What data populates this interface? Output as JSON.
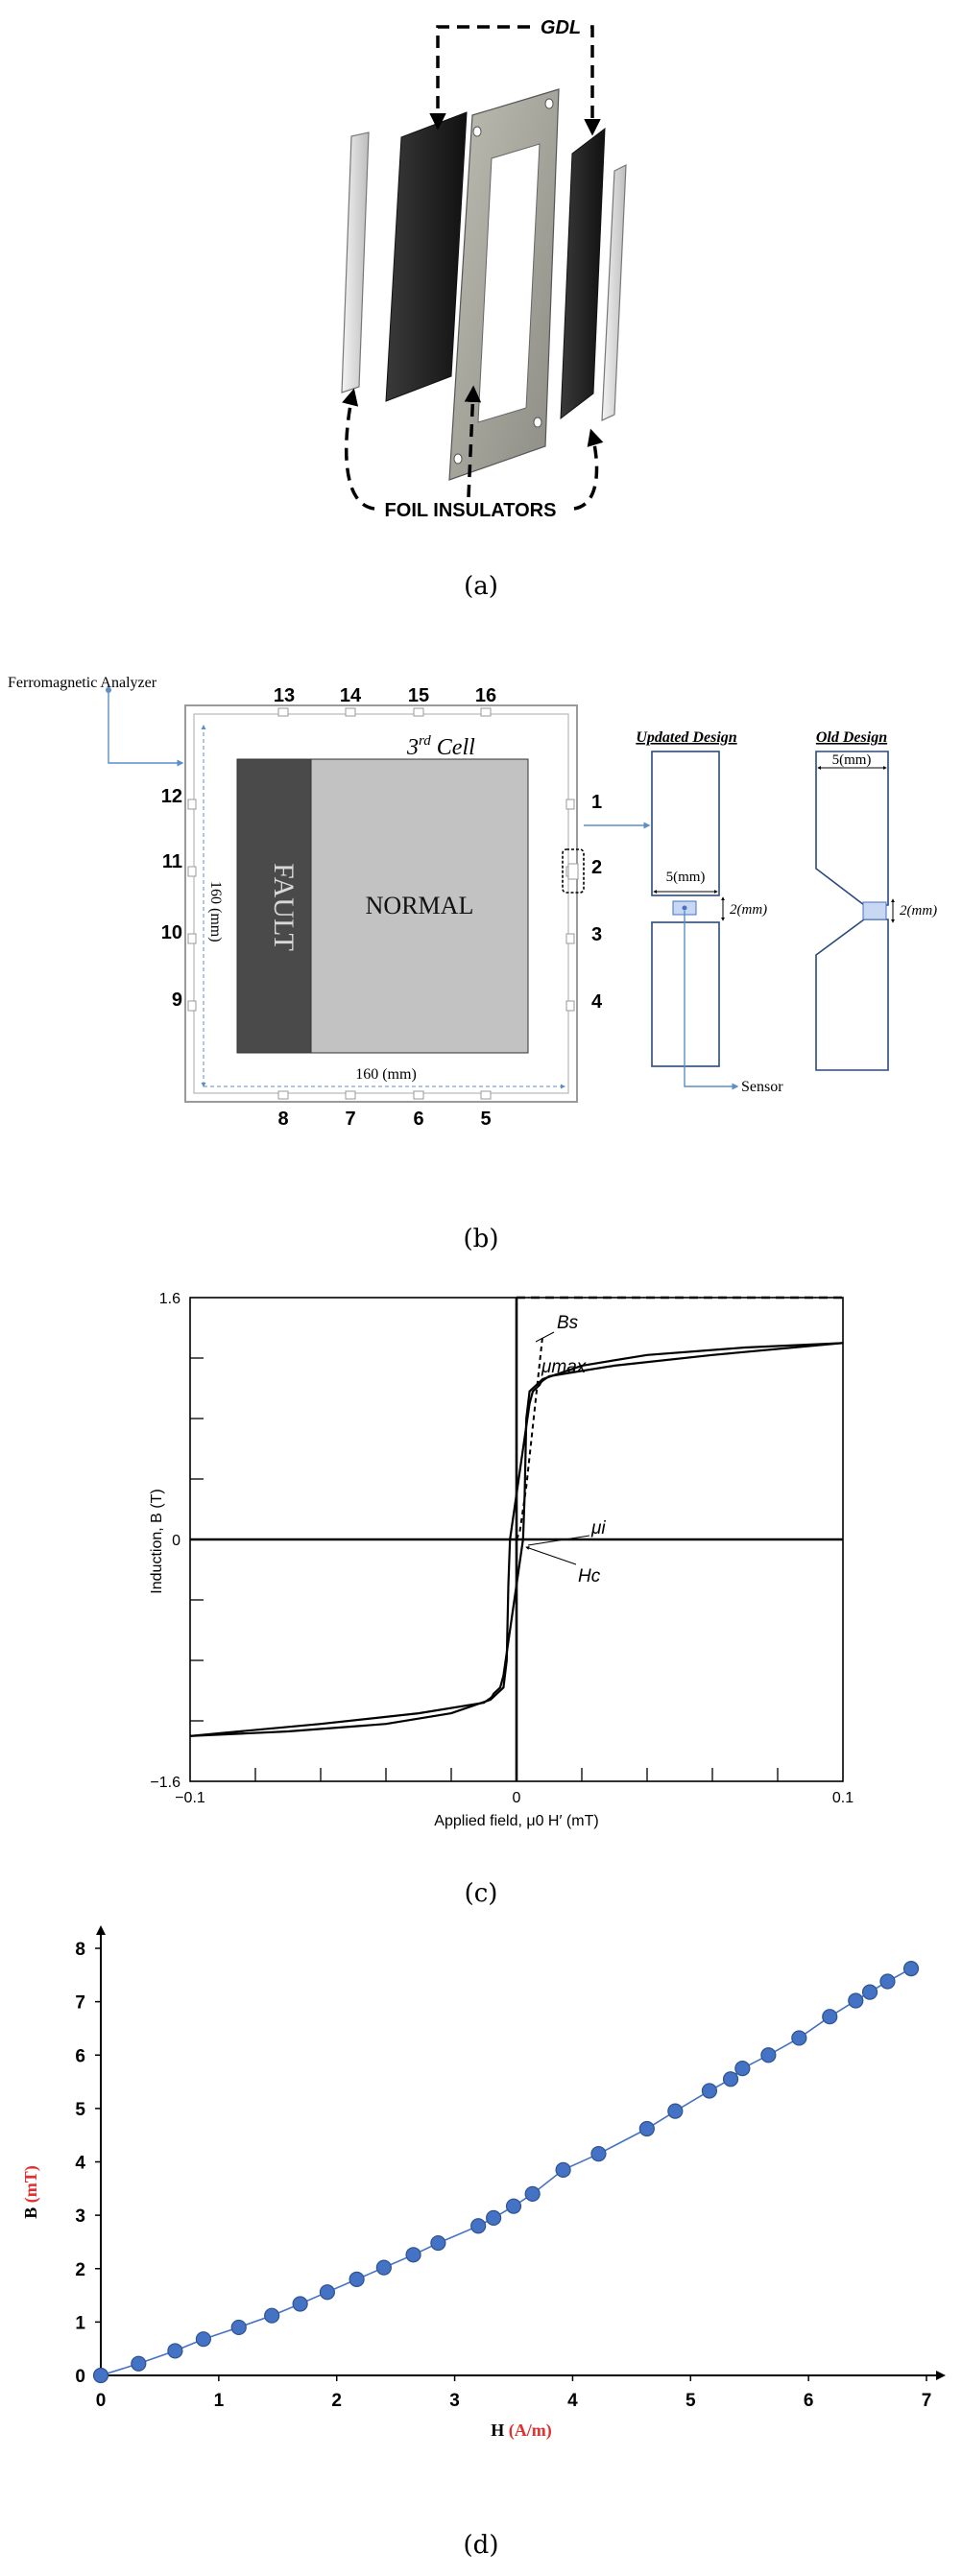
{
  "panel_a": {
    "gdl_label": "GDL",
    "foil_label": "FOIL INSULATORS",
    "caption": "(a)"
  },
  "panel_b": {
    "analyzer_label": "Ferromagnetic Analyzer",
    "cell_label_main": "3",
    "cell_label_sup": "rd",
    "cell_label_tail": " Cell",
    "fault_label": "FAULT",
    "normal_label": "NORMAL",
    "dim_vertical": "160 (mm)",
    "dim_horizontal": "160 (mm)",
    "numbers_top": [
      "13",
      "14",
      "15",
      "16"
    ],
    "numbers_bottom": [
      "8",
      "7",
      "6",
      "5"
    ],
    "numbers_left": [
      "12",
      "11",
      "10",
      "9"
    ],
    "numbers_right": [
      "1",
      "2",
      "3",
      "4"
    ],
    "updated_design_title": "Updated Design",
    "old_design_title": "Old Design",
    "updated_width": "5(mm)",
    "updated_gap": "2(mm)",
    "old_width": "5(mm)",
    "old_gap": "2(mm)",
    "sensor_label": "Sensor",
    "caption": "(b)"
  },
  "panel_c": {
    "caption": "(c)",
    "chart_data": {
      "type": "line",
      "xlabel": "Applied field, μ0 H′ (mT)",
      "ylabel": "Induction, B (T)",
      "xlim": [
        -0.1,
        0.1
      ],
      "ylim": [
        -1.6,
        1.6
      ],
      "x_tick_labels": [
        "−0.1",
        "0",
        "0.1"
      ],
      "y_tick_labels": [
        "1.6",
        "0",
        "−1.6"
      ],
      "annotations": {
        "bs": "Bs",
        "mu_max": "μmax",
        "mu_i": "μi",
        "hc": "Hc"
      },
      "saturation_line": 1.6,
      "series": [
        {
          "x": [
            0.1,
            0.07,
            0.04,
            0.02,
            0.008,
            0.004,
            0.003,
            0.0025,
            0.002,
            -0.002,
            -0.004,
            -0.005,
            -0.006,
            -0.007,
            -0.0075,
            -0.008,
            -0.01,
            -0.03,
            -0.06,
            -0.09,
            -0.1
          ],
          "y": [
            1.3,
            1.27,
            1.22,
            1.15,
            1.06,
            0.98,
            0.8,
            0.3,
            0.0,
            -0.6,
            -0.9,
            -0.98,
            -1.0,
            -1.02,
            -1.04,
            -1.05,
            -1.08,
            -1.15,
            -1.22,
            -1.28,
            -1.3
          ]
        },
        {
          "x": [
            -0.1,
            -0.07,
            -0.04,
            -0.02,
            -0.008,
            -0.004,
            -0.003,
            -0.0025,
            -0.002,
            0.002,
            0.004,
            0.005,
            0.006,
            0.007,
            0.0075,
            0.008,
            0.01,
            0.03,
            0.06,
            0.09,
            0.1
          ],
          "y": [
            -1.3,
            -1.27,
            -1.22,
            -1.15,
            -1.06,
            -0.98,
            -0.8,
            -0.3,
            0.0,
            0.6,
            0.9,
            0.98,
            1.0,
            1.02,
            1.04,
            1.05,
            1.08,
            1.15,
            1.22,
            1.28,
            1.3
          ]
        }
      ],
      "initial_curve": {
        "x": [
          0.0,
          0.001,
          0.003,
          0.006,
          0.008
        ],
        "y": [
          0.0,
          0.05,
          0.35,
          0.95,
          1.35
        ]
      }
    }
  },
  "panel_d": {
    "caption": "(d)",
    "chart_data": {
      "type": "line",
      "xlabel_main": "H",
      "xlabel_unit": "(A/m)",
      "ylabel_main": "B",
      "ylabel_unit": "(mT)",
      "xlim": [
        0,
        7
      ],
      "ylim": [
        0,
        8
      ],
      "x_ticks": [
        0,
        1,
        2,
        3,
        4,
        5,
        6,
        7
      ],
      "y_ticks": [
        0,
        1,
        2,
        3,
        4,
        5,
        6,
        7,
        8
      ],
      "accent": "#4472c4",
      "unit_color": "#e03030",
      "x": [
        0.0,
        0.32,
        0.63,
        0.87,
        1.17,
        1.45,
        1.69,
        1.92,
        2.17,
        2.4,
        2.65,
        2.86,
        3.2,
        3.33,
        3.5,
        3.66,
        3.92,
        4.22,
        4.63,
        4.87,
        5.16,
        5.34,
        5.44,
        5.66,
        5.92,
        6.18,
        6.4,
        6.52,
        6.67,
        6.87
      ],
      "y": [
        0.0,
        0.22,
        0.46,
        0.68,
        0.9,
        1.12,
        1.34,
        1.56,
        1.8,
        2.02,
        2.26,
        2.48,
        2.8,
        2.95,
        3.17,
        3.4,
        3.85,
        4.15,
        4.62,
        4.95,
        5.33,
        5.55,
        5.75,
        6.0,
        6.32,
        6.72,
        7.02,
        7.18,
        7.38,
        7.62
      ]
    }
  }
}
